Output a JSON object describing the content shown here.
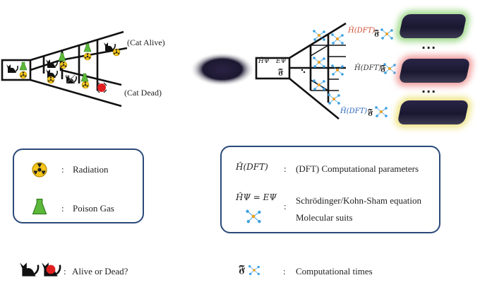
{
  "left_tree": {
    "label_alive": "(Cat Alive)",
    "label_dead": "(Cat Dead)"
  },
  "right_tree": {
    "root_formula_left": "ĤΨ",
    "root_formula_right": "EΨ",
    "root_time_symbol": "𝕱",
    "branch_labels": [
      "Ĥ(DFT)",
      "Ĥ(DFT)",
      "Ĥ(DFT)"
    ],
    "branch_label_colors": [
      "#d04a30",
      "#333333",
      "#2a66b8"
    ],
    "panel_glow_colors": [
      "#9fd98a",
      "#f2a0a0",
      "#efe58a"
    ],
    "panel_ellipsis": "..."
  },
  "legend_left": {
    "radiation_label": "Radiation",
    "poison_label": "Poison Gas",
    "colon": ":"
  },
  "legend_right": {
    "dft_symbol": "Ĥ(DFT)",
    "dft_label": "(DFT) Computational parameters",
    "equation_symbol": "ĤΨ = EΨ",
    "equation_label": "Schrödinger/Kohn-Sham equation",
    "molecular_label": "Molecular suits",
    "colon": ":"
  },
  "bottom_legend": {
    "alive_dead_label": "Alive or Dead?",
    "computational_times_label": "Computational times",
    "time_symbol": "𝕱",
    "colon": ":"
  },
  "colors": {
    "tree_line": "#111111",
    "legend_border": "#2b4a7a",
    "radiation_yellow": "#f5c518",
    "poison_green": "#5cb83a",
    "molecule_blue": "#3aa0e0",
    "molecule_orange": "#f0a020",
    "bomb_red": "#e02020"
  }
}
